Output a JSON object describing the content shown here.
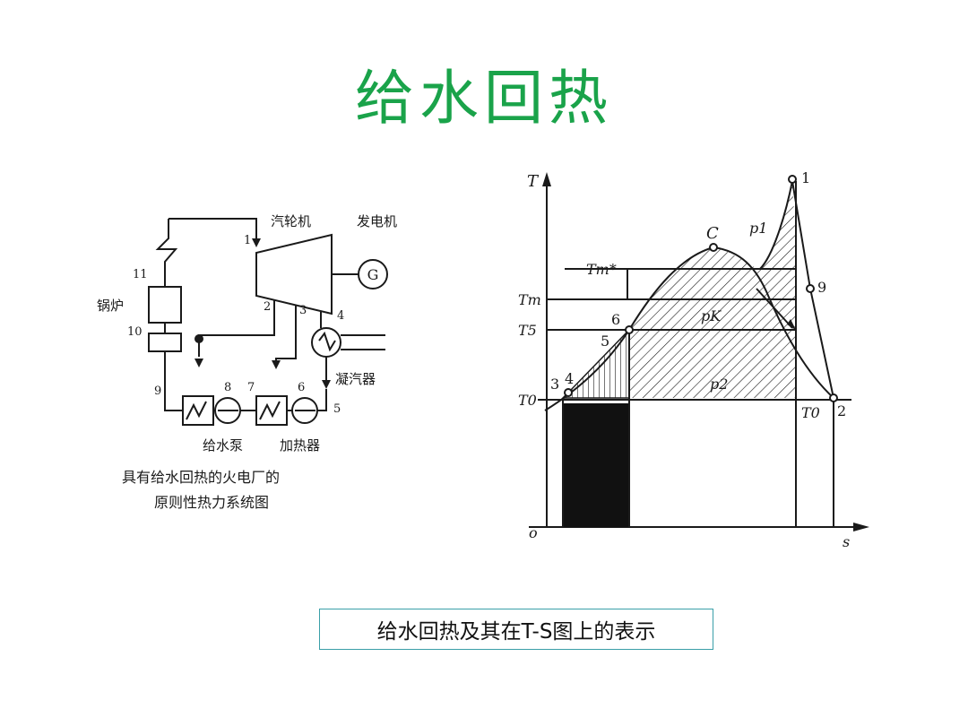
{
  "title": "给水回热",
  "schematic": {
    "turbine": "汽轮机",
    "generator": "发电机",
    "generator_symbol": "G",
    "boiler": "锅炉",
    "condenser": "凝汽器",
    "pump": "给水泵",
    "heater": "加热器",
    "caption_line1": "具有给水回热的火电厂的",
    "caption_line2": "原则性热力系统图",
    "node_labels": [
      "1",
      "2",
      "3",
      "4",
      "5",
      "6",
      "7",
      "8",
      "9",
      "10",
      "11"
    ]
  },
  "ts_diagram": {
    "axis_t": "T",
    "axis_s": "s",
    "origin": "o",
    "point_labels": [
      "1",
      "2",
      "3",
      "4",
      "5",
      "6",
      "9",
      "C"
    ],
    "temp_labels": {
      "tm_star": "Tm*",
      "tm": "Tm",
      "t5": "T5",
      "t0": "T0",
      "t0_right": "T0"
    },
    "pressure_labels": {
      "p1": "p1",
      "pk": "pK",
      "p2": "p2"
    }
  },
  "caption": "给水回热及其在T-S图上的表示",
  "colors": {
    "title": "#1aa34a",
    "caption_border": "#3a9fa8",
    "ink": "#1a1a1a"
  }
}
